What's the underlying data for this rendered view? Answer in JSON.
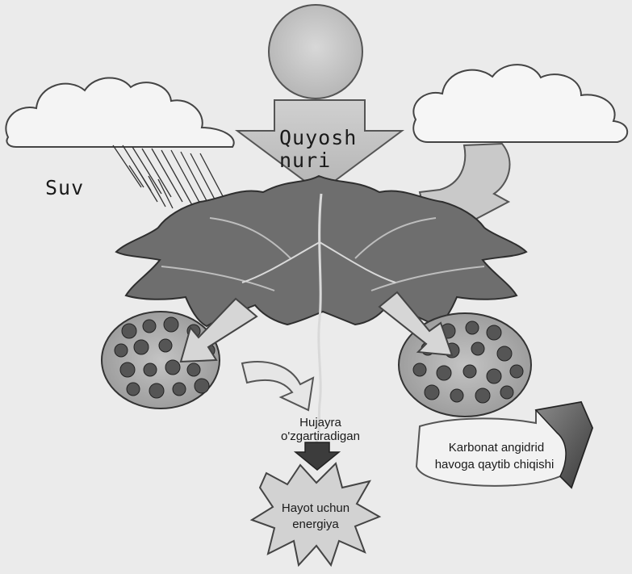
{
  "labels": {
    "sunlight_line1": "Quyosh",
    "sunlight_line2": "nuri",
    "water": "Suv",
    "cell_line1": "Hujayra",
    "cell_line2": "o'zgartiradigan",
    "co2_line1": "Karbonat angidrid",
    "co2_line2": "havoga qaytib chiqishi",
    "energy_line1": "Hayot uchun",
    "energy_line2": "energiya"
  },
  "icons": [
    "sun-icon",
    "cloud-icon",
    "rain-icon",
    "leaf-icon",
    "cell-icon",
    "arrow-icon",
    "starburst-icon"
  ]
}
